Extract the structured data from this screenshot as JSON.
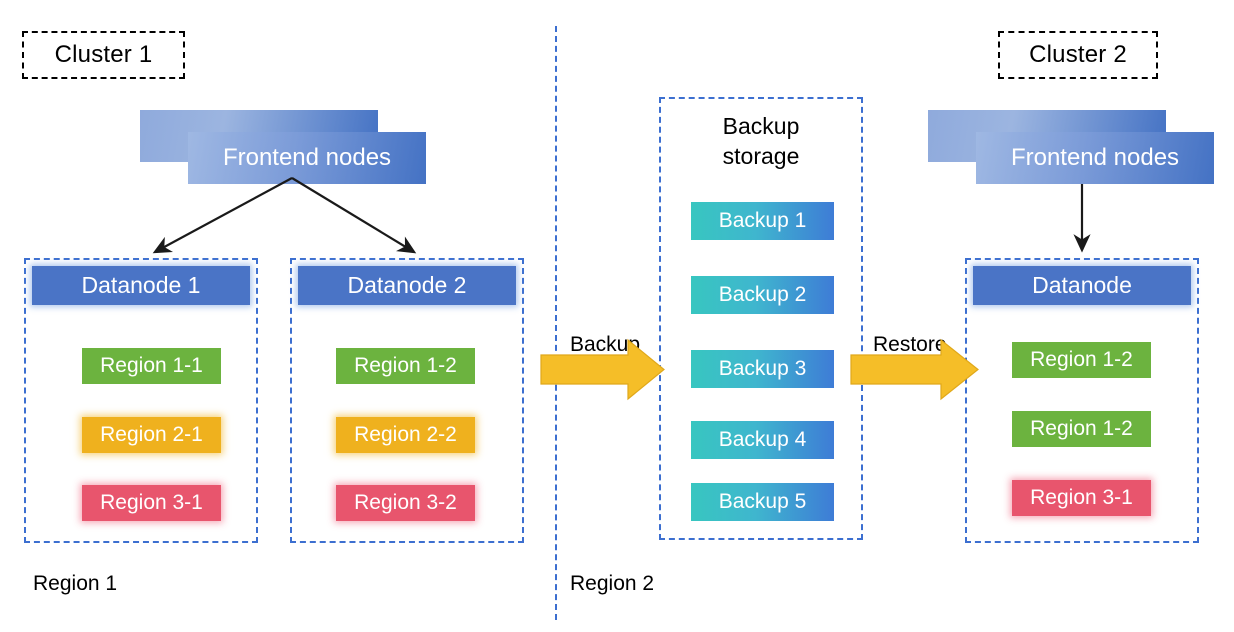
{
  "diagram": {
    "title_left": "Cluster 1",
    "title_right": "Cluster 2",
    "region_label_left": "Region 1",
    "region_label_right": "Region 2",
    "flow_backup_label": "Backup",
    "flow_restore_label": "Restore",
    "colors": {
      "datanode_blue": "#4A74C6",
      "region_green": "#6CB33F",
      "region_yellow": "#EFB11E",
      "region_red": "#E8556D",
      "backup_gradient_start": "#38C6C0",
      "backup_gradient_end": "#3E7CD6",
      "dashed_blue": "#3C6FD0",
      "dashed_black": "#000000",
      "arrow_yellow": "#F5BE28",
      "arrow_black": "#1A1A1A",
      "frontend_gradient_start": "#9FB8E3",
      "frontend_gradient_end": "#4472C4"
    }
  },
  "cluster1": {
    "frontend": {
      "label": "Frontend nodes"
    },
    "datanodes": [
      {
        "header": "Datanode 1",
        "regions": [
          {
            "label": "Region 1-1",
            "color": "green"
          },
          {
            "label": "Region 2-1",
            "color": "yellow"
          },
          {
            "label": "Region 3-1",
            "color": "red"
          }
        ]
      },
      {
        "header": "Datanode 2",
        "regions": [
          {
            "label": "Region 1-2",
            "color": "green"
          },
          {
            "label": "Region 2-2",
            "color": "yellow"
          },
          {
            "label": "Region 3-2",
            "color": "red"
          }
        ]
      }
    ]
  },
  "backup_storage": {
    "title_line1": "Backup",
    "title_line2": "storage",
    "items": [
      {
        "label": "Backup 1"
      },
      {
        "label": "Backup 2"
      },
      {
        "label": "Backup 3"
      },
      {
        "label": "Backup 4"
      },
      {
        "label": "Backup 5"
      }
    ]
  },
  "cluster2": {
    "frontend": {
      "label": "Frontend nodes"
    },
    "datanode": {
      "header": "Datanode",
      "regions": [
        {
          "label": "Region 1-2",
          "color": "green"
        },
        {
          "label": "Region 1-2",
          "color": "green"
        },
        {
          "label": "Region 3-1",
          "color": "red"
        }
      ]
    }
  }
}
